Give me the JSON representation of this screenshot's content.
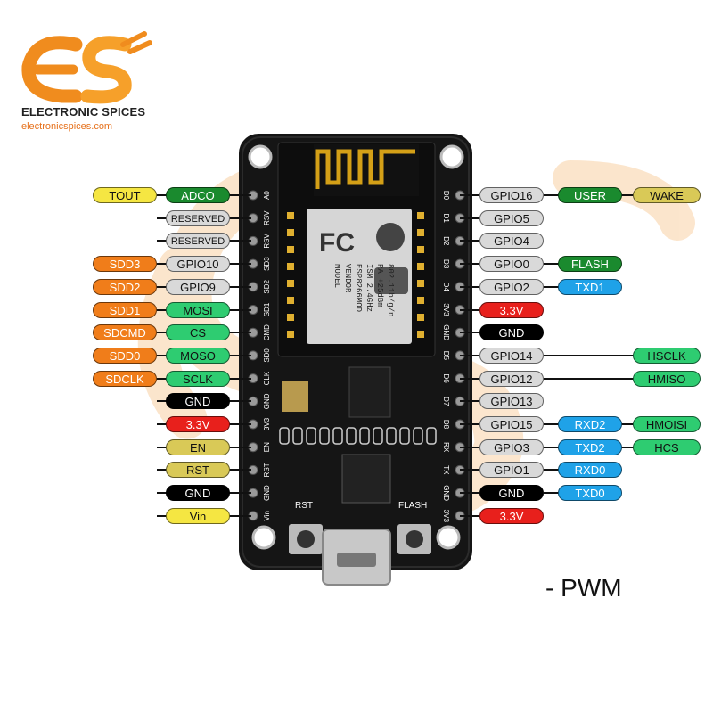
{
  "brand": {
    "name": "ELECTRONIC SPICES",
    "url": "electronicspices.com",
    "accent": "#f08c1e"
  },
  "board": {
    "module_text": [
      "MODEL",
      "VENDOR",
      "ESP8266MOD",
      "ISM 2.4GHz",
      "PA +25dBm",
      "802.11b/g/n"
    ],
    "left_pin_labels": [
      "A0",
      "RSV",
      "RSV",
      "SD3",
      "SD2",
      "SD1",
      "CMD",
      "SD0",
      "CLK",
      "GND",
      "3V3",
      "EN",
      "RST",
      "GND",
      "Vin"
    ],
    "right_pin_labels": [
      "D0",
      "D1",
      "D2",
      "D3",
      "D4",
      "3V3",
      "GND",
      "D5",
      "D6",
      "D7",
      "D8",
      "RX",
      "TX",
      "GND",
      "3V3"
    ],
    "rst_label": "RST",
    "flash_label": "FLASH"
  },
  "legend": "- PWM",
  "colors": {
    "yellow": "#f5e642",
    "green": "#1a8a2e",
    "light_green": "#2ecc71",
    "gray": "#d9d9d9",
    "orange": "#f07d1a",
    "red": "#e8201c",
    "black": "#000000",
    "khaki": "#d9c957",
    "blue": "#1fa2e8"
  },
  "left_rows": [
    {
      "pills": [
        {
          "text": "TOUT",
          "color": "yellow"
        },
        {
          "text": "ADCO",
          "color": "green"
        }
      ]
    },
    {
      "pills": [
        {
          "text": "RESERVED",
          "color": "gray"
        }
      ]
    },
    {
      "pills": [
        {
          "text": "RESERVED",
          "color": "gray"
        }
      ]
    },
    {
      "pills": [
        {
          "text": "SDD3",
          "color": "orange"
        },
        {
          "text": "GPIO10",
          "color": "gray"
        }
      ]
    },
    {
      "pills": [
        {
          "text": "SDD2",
          "color": "orange"
        },
        {
          "text": "GPIO9",
          "color": "gray"
        }
      ]
    },
    {
      "pills": [
        {
          "text": "SDD1",
          "color": "orange"
        },
        {
          "text": "MOSI",
          "color": "light_green"
        }
      ]
    },
    {
      "pills": [
        {
          "text": "SDCMD",
          "color": "orange"
        },
        {
          "text": "CS",
          "color": "light_green"
        }
      ]
    },
    {
      "pills": [
        {
          "text": "SDD0",
          "color": "orange"
        },
        {
          "text": "MOSO",
          "color": "light_green"
        }
      ]
    },
    {
      "pills": [
        {
          "text": "SDCLK",
          "color": "orange"
        },
        {
          "text": "SCLK",
          "color": "light_green"
        }
      ]
    },
    {
      "pills": [
        {
          "text": "GND",
          "color": "black"
        }
      ]
    },
    {
      "pills": [
        {
          "text": "3.3V",
          "color": "red"
        }
      ]
    },
    {
      "pills": [
        {
          "text": "EN",
          "color": "khaki"
        }
      ]
    },
    {
      "pills": [
        {
          "text": "RST",
          "color": "khaki"
        }
      ]
    },
    {
      "pills": [
        {
          "text": "GND",
          "color": "black"
        }
      ]
    },
    {
      "pills": [
        {
          "text": "Vin",
          "color": "yellow"
        }
      ]
    }
  ],
  "right_rows": [
    {
      "pills": [
        {
          "text": "GPIO16",
          "color": "gray"
        },
        {
          "text": "USER",
          "color": "green"
        },
        {
          "text": "WAKE",
          "color": "khaki"
        }
      ]
    },
    {
      "pills": [
        {
          "text": "GPIO5",
          "color": "gray"
        }
      ]
    },
    {
      "pills": [
        {
          "text": "GPIO4",
          "color": "gray"
        }
      ]
    },
    {
      "pills": [
        {
          "text": "GPIO0",
          "color": "gray"
        },
        {
          "text": "FLASH",
          "color": "green"
        }
      ]
    },
    {
      "pills": [
        {
          "text": "GPIO2",
          "color": "gray"
        },
        {
          "text": "TXD1",
          "color": "blue"
        }
      ]
    },
    {
      "pills": [
        {
          "text": "3.3V",
          "color": "red"
        }
      ]
    },
    {
      "pills": [
        {
          "text": "GND",
          "color": "black"
        }
      ]
    },
    {
      "pills": [
        {
          "text": "GPIO14",
          "color": "gray"
        },
        {
          "text": "HSCLK",
          "color": "light_green"
        }
      ]
    },
    {
      "pills": [
        {
          "text": "GPIO12",
          "color": "gray"
        },
        {
          "text": "HMISO",
          "color": "light_green"
        }
      ]
    },
    {
      "pills": [
        {
          "text": "GPIO13",
          "color": "gray"
        }
      ]
    },
    {
      "pills": [
        {
          "text": "GPIO15",
          "color": "gray"
        },
        {
          "text": "RXD2",
          "color": "blue"
        },
        {
          "text": "HMOISI",
          "color": "light_green"
        }
      ]
    },
    {
      "pills": [
        {
          "text": "GPIO3",
          "color": "gray"
        },
        {
          "text": "TXD2",
          "color": "blue"
        },
        {
          "text": "HCS",
          "color": "light_green"
        }
      ]
    },
    {
      "pills": [
        {
          "text": "GPIO1",
          "color": "gray"
        },
        {
          "text": "RXD0",
          "color": "blue"
        }
      ]
    },
    {
      "pills": [
        {
          "text": "GND",
          "color": "black"
        },
        {
          "text": "TXD0",
          "color": "blue"
        }
      ]
    },
    {
      "pills": [
        {
          "text": "3.3V",
          "color": "red"
        }
      ]
    }
  ]
}
